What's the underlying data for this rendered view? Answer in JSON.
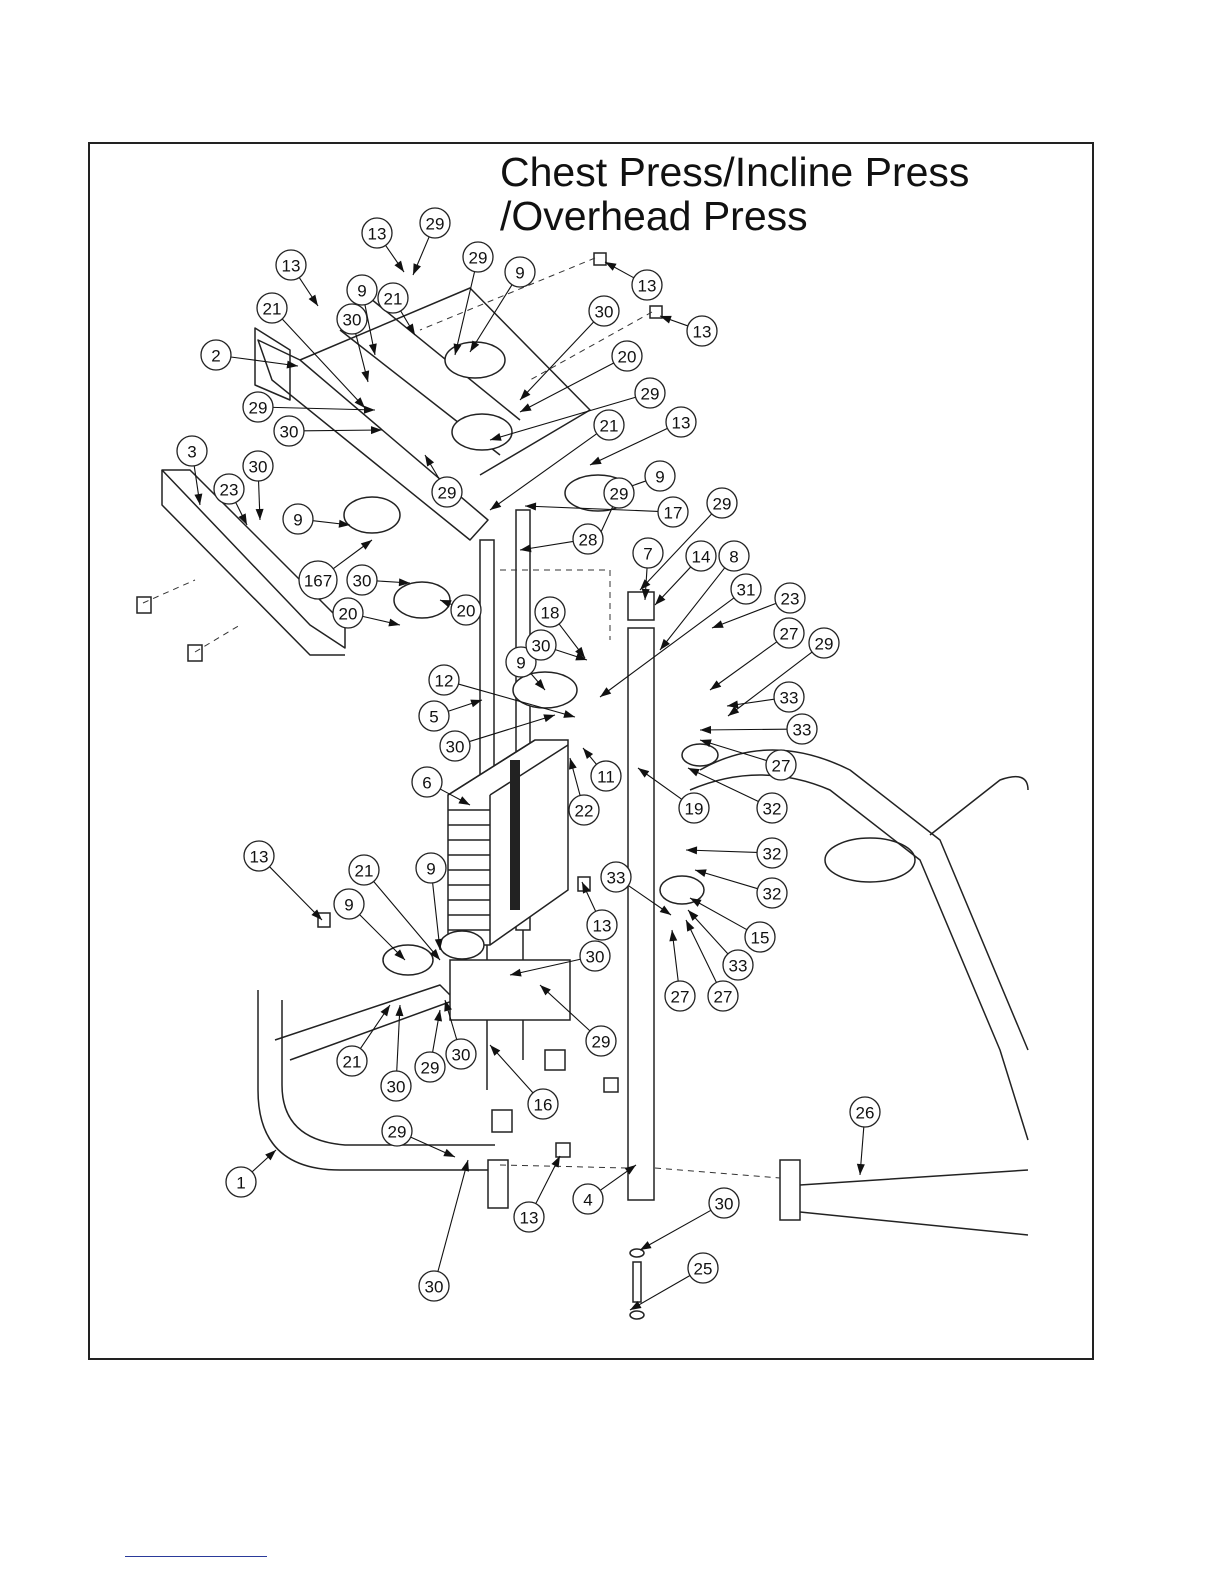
{
  "diagram": {
    "title_line1": "Chest Press/Incline Press",
    "title_line2": "/Overhead Press",
    "callouts": [
      "13",
      "29",
      "13",
      "29",
      "9",
      "21",
      "9",
      "30",
      "21",
      "13",
      "30",
      "13",
      "2",
      "20",
      "29",
      "30",
      "29",
      "21",
      "13",
      "3",
      "30",
      "23",
      "9",
      "29",
      "9",
      "17",
      "29",
      "28",
      "167",
      "30",
      "20",
      "7",
      "14",
      "8",
      "29",
      "20",
      "18",
      "31",
      "23",
      "9",
      "30",
      "27",
      "29",
      "12",
      "33",
      "5",
      "30",
      "33",
      "27",
      "11",
      "6",
      "22",
      "19",
      "32",
      "32",
      "13",
      "21",
      "9",
      "33",
      "32",
      "9",
      "15",
      "13",
      "33",
      "30",
      "27",
      "27",
      "21",
      "29",
      "30",
      "29",
      "30",
      "16",
      "26",
      "29",
      "1",
      "13",
      "4",
      "30",
      "30",
      "25"
    ]
  }
}
